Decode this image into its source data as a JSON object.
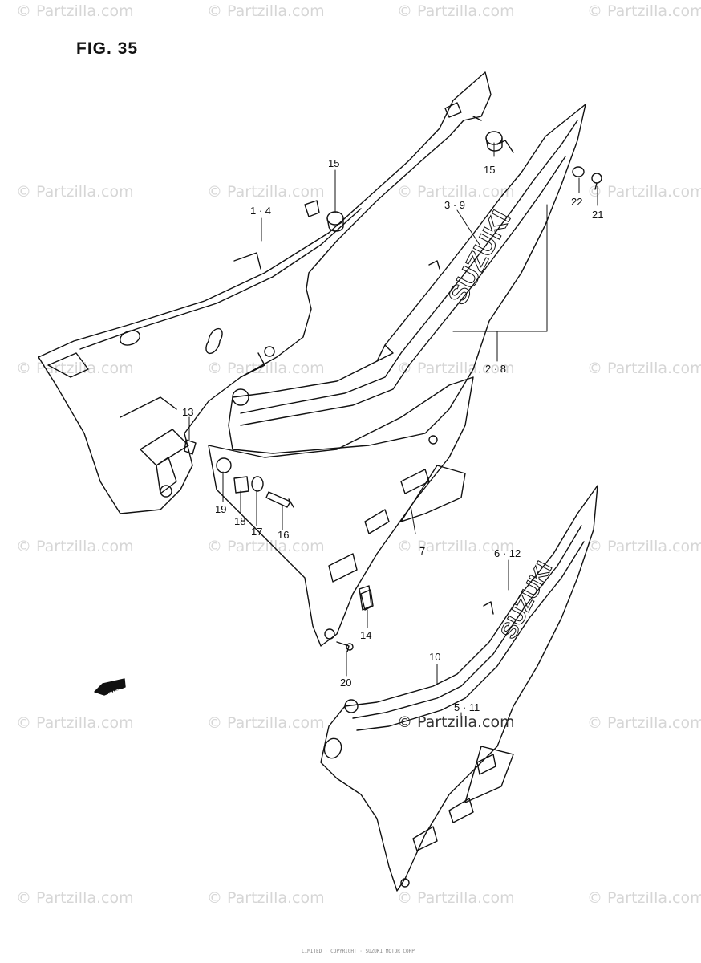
{
  "figure_title": "FIG. 35",
  "watermark": "© Partzilla.com",
  "center_watermark": "© Partzilla.com",
  "footer_text": "LIMITED · COPYRIGHT · SUZUKI MOTOR CORP",
  "fwd_label": "FWD",
  "decal_text": "SUZUKI",
  "callouts": {
    "c1_4": "1 · 4",
    "c2_8": "2 · 8",
    "c3_9": "3 · 9",
    "c5_11": "5 · 11",
    "c6_12": "6 · 12",
    "c7": "7",
    "c10": "10",
    "c13": "13",
    "c14": "14",
    "c15a": "15",
    "c15b": "15",
    "c16": "16",
    "c17": "17",
    "c18": "18",
    "c19": "19",
    "c20": "20",
    "c21": "21",
    "c22": "22"
  }
}
